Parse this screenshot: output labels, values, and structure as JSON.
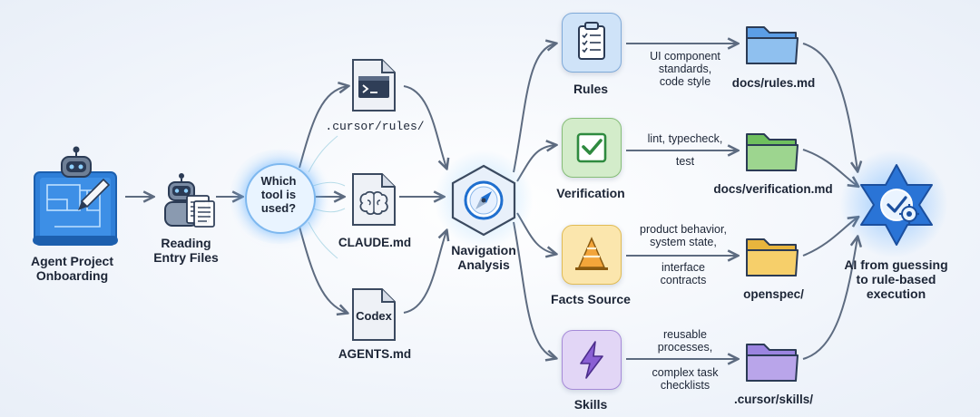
{
  "nodes": {
    "onboarding": {
      "label": "Agent Project Onboarding"
    },
    "reading": {
      "label": "Reading Entry Files"
    },
    "which_tool": {
      "label": "Which tool is used?"
    },
    "navigation": {
      "label": "Navigation Analysis"
    },
    "ai_result": {
      "label": "AI from guessing to rule-based execution"
    }
  },
  "entry_files": [
    {
      "name": ".cursor/rules/",
      "icon": "terminal-file-icon"
    },
    {
      "name": "CLAUDE.md",
      "icon": "brain-file-icon"
    },
    {
      "name": "AGENTS.md",
      "icon": "codex-file-icon",
      "badge": "Codex"
    }
  ],
  "categories": [
    {
      "name": "Rules",
      "icon": "clipboard-checklist-icon",
      "color": "#bcd7f5",
      "note": [
        "UI component",
        "standards,",
        "code style"
      ],
      "doc": "docs/rules.md",
      "folder_color": "#8fc0ef"
    },
    {
      "name": "Verification",
      "icon": "checkbox-icon",
      "color": "#c9e8c2",
      "note": [
        "lint, typecheck,",
        "test"
      ],
      "doc": "docs/verification.md",
      "folder_color": "#9dd58f"
    },
    {
      "name": "Facts Source",
      "icon": "pyramid-icon",
      "color": "#fbe3a6",
      "note": [
        "product behavior,",
        "system state,",
        "interface",
        "contracts"
      ],
      "doc": "openspec/",
      "folder_color": "#f6cf6a"
    },
    {
      "name": "Skills",
      "icon": "lightning-icon",
      "color": "#ddd0f5",
      "note": [
        "reusable",
        "processes,",
        "complex task",
        "checklists"
      ],
      "doc": ".cursor/skills/",
      "folder_color": "#b9a5ea"
    }
  ]
}
